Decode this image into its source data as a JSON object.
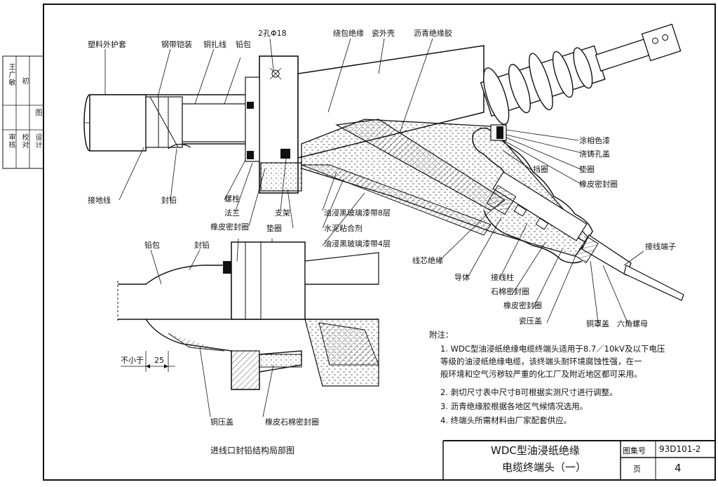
{
  "labels": {
    "plastic_sheath": "塑料外护套",
    "steel_armor": "钢带铠装",
    "copper_tie": "铜扎线",
    "lead_sheath": "铅包",
    "holes": "2孔Φ18",
    "wrap_insulation": "绕包绝缘",
    "porcelain_shell": "瓷外壳",
    "asphalt_compound": "沥青绝缘胶",
    "ground_wire": "接地线",
    "lead_seal": "封铅",
    "bolt": "螺栓",
    "flange": "法兰",
    "rubber_seal_ring": "橡皮密封圈",
    "bracket": "支架",
    "gasket": "垫圈",
    "oil_glass_tape_8": "油浸黑玻璃漆带8层",
    "cement_glue": "水泥粘合剂",
    "oil_glass_tape_4": "油浸黑玻璃漆带4层",
    "core_insulation": "线芯绝缘",
    "conductor": "导体",
    "terminal_post": "接线柱",
    "asbestos_seal": "石棉密封圈",
    "rubber_seal_ring2": "橡皮密封圈",
    "porcelain_cover": "瓷压盖",
    "copper_cover": "铜罩盖",
    "hex_nut": "六角螺母",
    "paint_phase": "涂相色漆",
    "pour_hole": "浇铸孔盖",
    "pad": "垫圈",
    "rubber_seal_ring3": "橡皮密封圈",
    "retaining_ring": "挡圈",
    "terminal": "接线端子",
    "detail_lead": "铅包",
    "detail_seal": "封铅",
    "not_less": "不小于",
    "dim_25": "25",
    "copper_cover2": "铜压盖",
    "rubber_asbestos": "橡皮石棉密封圈",
    "detail_caption": "进线口封铅结构局部图"
  },
  "notes": {
    "title": "附注：",
    "items": [
      "1.  WDC型油浸纸绝缘电缆终端头适用于8.7／10kV及以下电压",
      "    等级的油浸纸绝缘电缆，该终端头耐环境腐蚀性强，在一",
      "    般环境和空气污秽较严重的化工厂及附近地区都可采用。",
      "2.  剥切尺寸表中尺寸B可根据实测尺寸进行调整。",
      "3.  沥青绝缘胶根据各地区气候情况选用。",
      "4.  终端头所需材料由厂家配套供应。"
    ]
  },
  "title_block": {
    "title_line1": "WDC型油浸纸绝缘",
    "title_line2": "电缆终端头（一）",
    "set_label": "图集号",
    "set_value": "93D101-2",
    "page_label": "页",
    "page_value": "4"
  },
  "stamps": {
    "s1": "审核",
    "s2": "校对",
    "s3": "设计",
    "s4": "王广敏",
    "s5": "图",
    "s6": "初"
  }
}
